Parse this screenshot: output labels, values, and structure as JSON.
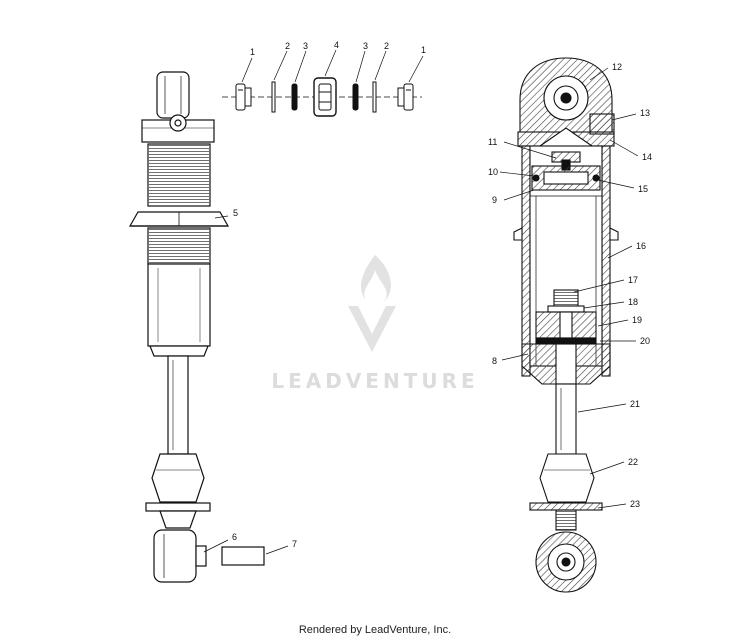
{
  "watermark": {
    "brand": "LEADVENTURE"
  },
  "footer": {
    "text": "Rendered by LeadVenture, Inc."
  },
  "callouts": {
    "c1a": "1",
    "c2a": "2",
    "c3a": "3",
    "c4": "4",
    "c3b": "3",
    "c2b": "2",
    "c1b": "1",
    "c5": "5",
    "c6": "6",
    "c7": "7",
    "c8": "8",
    "c9": "9",
    "c10": "10",
    "c11": "11",
    "c12": "12",
    "c13": "13",
    "c14": "14",
    "c15": "15",
    "c16": "16",
    "c17": "17",
    "c18": "18",
    "c19": "19",
    "c20": "20",
    "c21": "21",
    "c22": "22",
    "c23": "23"
  },
  "colors": {
    "line": "#111111",
    "hatch": "#444444",
    "watermark": "#dcdcdc"
  }
}
